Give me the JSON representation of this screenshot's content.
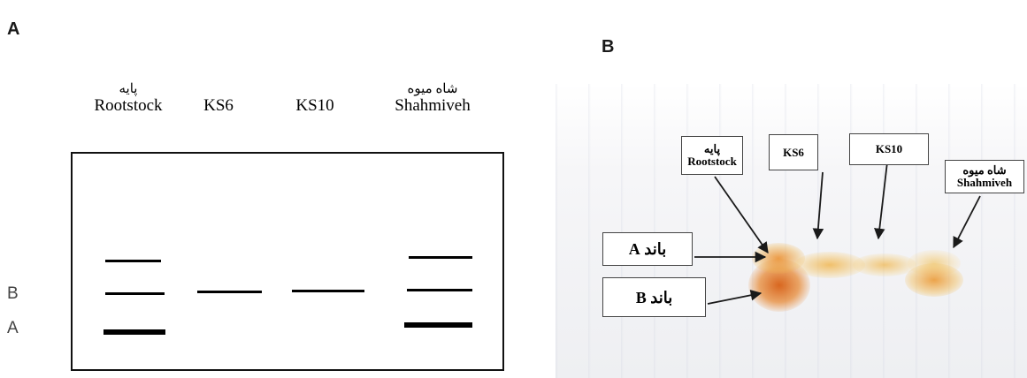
{
  "panel_a": {
    "letter": "A",
    "side_labels": {
      "upper": "B",
      "lower": "A"
    },
    "lanes": [
      {
        "fa": "پایه",
        "en": "Rootstock"
      },
      {
        "fa": "",
        "en": "KS6"
      },
      {
        "fa": "",
        "en": "KS10"
      },
      {
        "fa": "شاه میوه",
        "en": "Shahmiveh"
      }
    ]
  },
  "panel_b": {
    "letter": "B",
    "labels": {
      "rootstock_fa": "پایه",
      "rootstock_en": "Rootstock",
      "ks6": "KS6",
      "ks10": "KS10",
      "shahmiveh_fa": "شاه میوه",
      "shahmiveh_en": "Shahmiveh",
      "band_a": "باند A",
      "band_b": "باند B"
    }
  },
  "colors": {
    "band": "#000000",
    "stain_dark": "#e0701a",
    "stain_light": "#f2b840"
  }
}
